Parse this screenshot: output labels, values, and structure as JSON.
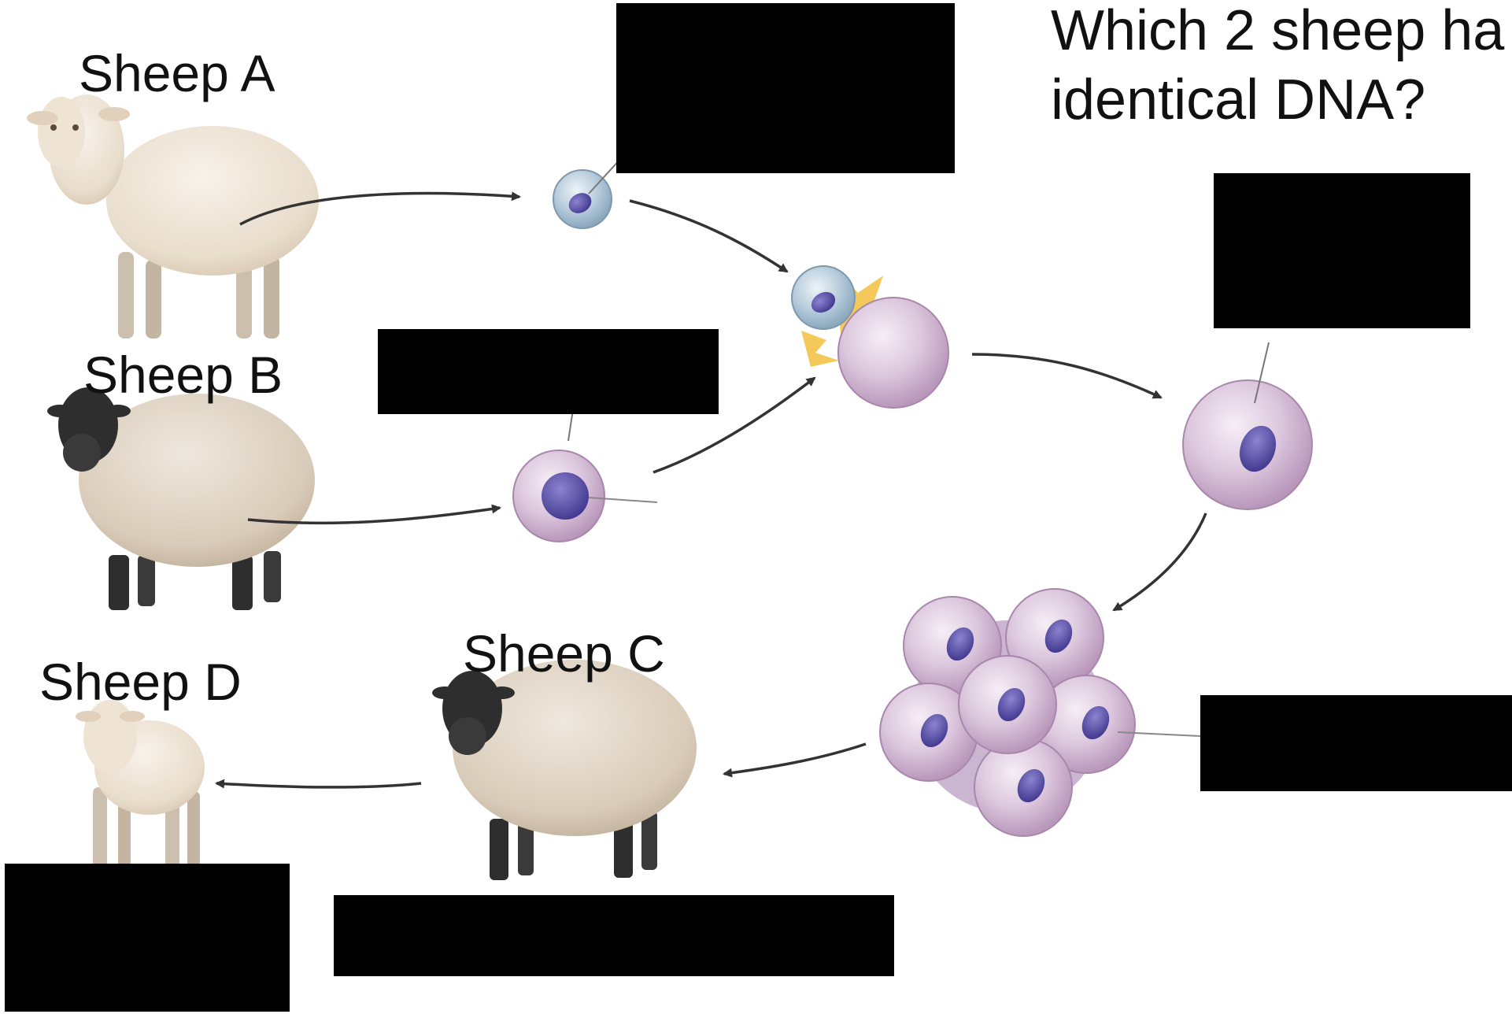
{
  "question": {
    "line1": "Which 2 sheep ha",
    "line2": "identical DNA?"
  },
  "labels": {
    "sheep_a": "Sheep A",
    "sheep_b": "Sheep B",
    "sheep_c": "Sheep C",
    "sheep_d": "Sheep D"
  },
  "colors": {
    "ink": "#111111",
    "redaction": "#000000",
    "wool_light": "#eee3d5",
    "wool_shadow": "#d8c8b4",
    "face_dark": "#2e2e2e",
    "cytoplasm_pink": "#dcc7dd",
    "cytoplasm_blue": "#b9cddd",
    "nucleus": "#5c52a8",
    "arrow": "#333333"
  },
  "icons": [
    "sheep-a-icon",
    "sheep-b-icon",
    "sheep-c-icon",
    "lamb-d-icon",
    "body-cell-icon",
    "egg-cell-icon",
    "fused-cells-icon",
    "single-cell-icon",
    "embryo-icon"
  ]
}
